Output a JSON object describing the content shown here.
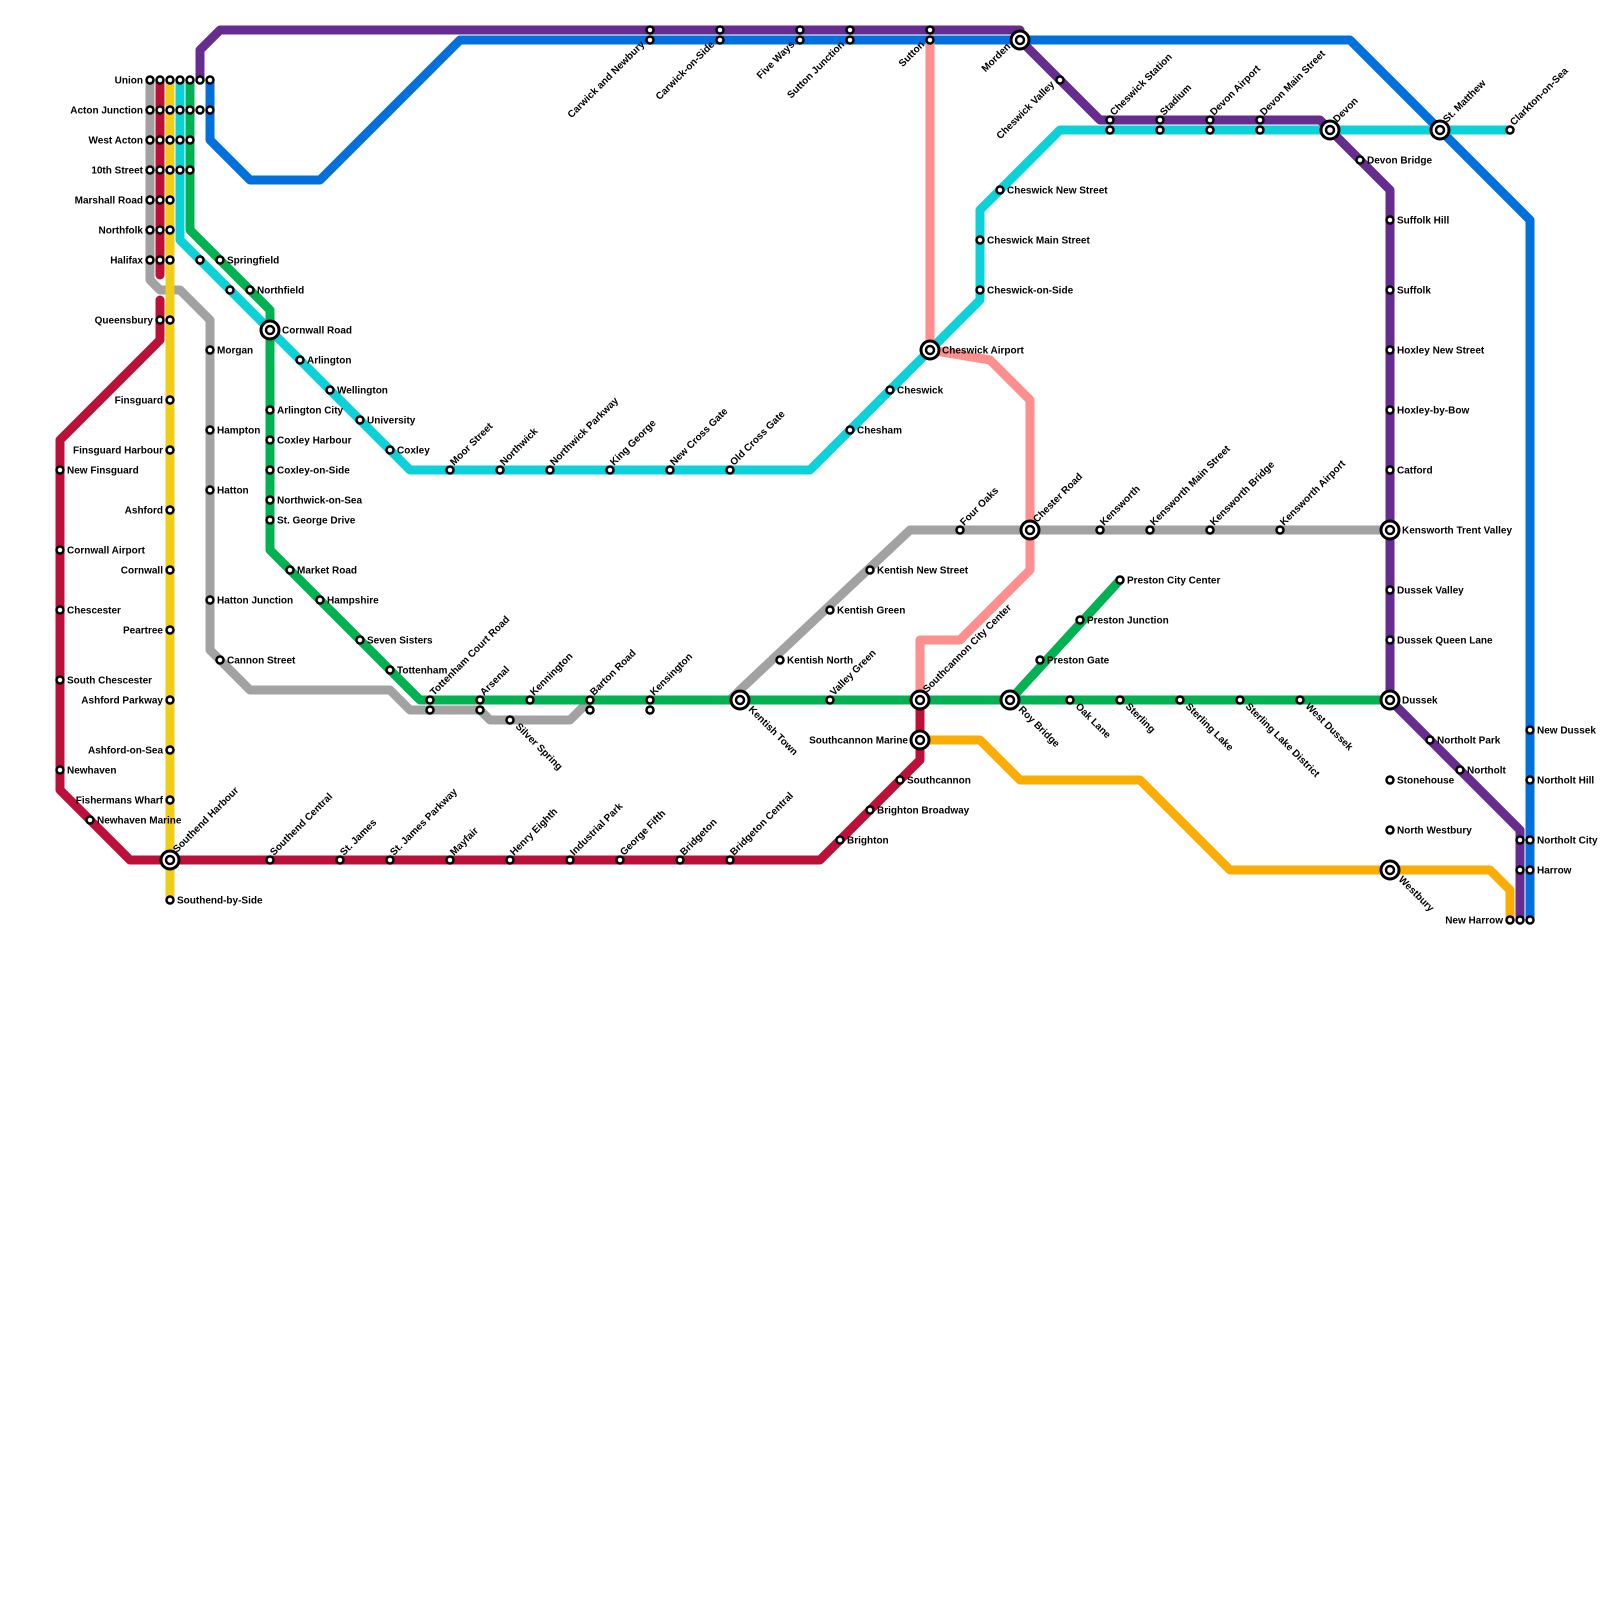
{
  "colors": {
    "red": "#bd1038",
    "gray": "#a2a2a2",
    "yellow": "#f0ce15",
    "cyan": "#0bd1d8",
    "green": "#00b251",
    "purple": "#662c90",
    "blue": "#0071dc",
    "pink": "#ff8e8e",
    "orange": "#fcad04"
  },
  "stations": [
    {
      "name": "Union"
    },
    {
      "name": "Acton Junction"
    },
    {
      "name": "West Acton"
    },
    {
      "name": "10th Street"
    },
    {
      "name": "Marshall Road"
    },
    {
      "name": "Northfolk"
    },
    {
      "name": "Halifax"
    },
    {
      "name": "Queensbury"
    },
    {
      "name": "Finsguard"
    },
    {
      "name": "Finsguard Harbour"
    },
    {
      "name": "Ashford"
    },
    {
      "name": "Cornwall"
    },
    {
      "name": "Peartree"
    },
    {
      "name": "Ashford Parkway"
    },
    {
      "name": "Ashford-on-Sea"
    },
    {
      "name": "Fishermans Wharf"
    },
    {
      "name": "Southend Harbour"
    },
    {
      "name": "Southend-by-Side"
    },
    {
      "name": "New Finsguard"
    },
    {
      "name": "Cornwall Airport"
    },
    {
      "name": "Chescester"
    },
    {
      "name": "South Chescester"
    },
    {
      "name": "Newhaven"
    },
    {
      "name": "Newhaven Marine"
    },
    {
      "name": "Springfield"
    },
    {
      "name": "Northfield"
    },
    {
      "name": "Cornwall Road"
    },
    {
      "name": "Arlington"
    },
    {
      "name": "Wellington"
    },
    {
      "name": "University"
    },
    {
      "name": "Coxley"
    },
    {
      "name": "Morgan"
    },
    {
      "name": "Hampton"
    },
    {
      "name": "Hatton"
    },
    {
      "name": "Hatton Junction"
    },
    {
      "name": "Cannon Street"
    },
    {
      "name": "Arlington City"
    },
    {
      "name": "Coxley Harbour"
    },
    {
      "name": "Coxley-on-Side"
    },
    {
      "name": "Northwick-on-Sea"
    },
    {
      "name": "St. George Drive"
    },
    {
      "name": "Market Road"
    },
    {
      "name": "Hampshire"
    },
    {
      "name": "Seven Sisters"
    },
    {
      "name": "Tottenham"
    },
    {
      "name": "Tottenham Court Road"
    },
    {
      "name": "Arsenal"
    },
    {
      "name": "Silver Spring"
    },
    {
      "name": "Kennington"
    },
    {
      "name": "Barton Road"
    },
    {
      "name": "Kensington"
    },
    {
      "name": "Kentish Town"
    },
    {
      "name": "Valley Green"
    },
    {
      "name": "Southcannon City Center"
    },
    {
      "name": "Southcannon Marine"
    },
    {
      "name": "Southcannon"
    },
    {
      "name": "Brighton Broadway"
    },
    {
      "name": "Brighton"
    },
    {
      "name": "Southend Central"
    },
    {
      "name": "St. James"
    },
    {
      "name": "St. James Parkway"
    },
    {
      "name": "Mayfair"
    },
    {
      "name": "Henry Eighth"
    },
    {
      "name": "Industrial Park"
    },
    {
      "name": "George Fifth"
    },
    {
      "name": "Bridgeton"
    },
    {
      "name": "Bridgeton Central"
    },
    {
      "name": "Moor Street"
    },
    {
      "name": "Northwick"
    },
    {
      "name": "Northwick Parkway"
    },
    {
      "name": "King George"
    },
    {
      "name": "New Cross Gate"
    },
    {
      "name": "Old Cross Gate"
    },
    {
      "name": "Chesham"
    },
    {
      "name": "Cheswick"
    },
    {
      "name": "Cheswick Airport"
    },
    {
      "name": "Cheswick-on-Side"
    },
    {
      "name": "Cheswick Main Street"
    },
    {
      "name": "Cheswick New Street"
    },
    {
      "name": "Kentish North"
    },
    {
      "name": "Kentish Green"
    },
    {
      "name": "Kentish New Street"
    },
    {
      "name": "Four Oaks"
    },
    {
      "name": "Chester Road"
    },
    {
      "name": "Kensworth"
    },
    {
      "name": "Kensworth Main Street"
    },
    {
      "name": "Kensworth Bridge"
    },
    {
      "name": "Kensworth Airport"
    },
    {
      "name": "Kensworth Trent Valley"
    },
    {
      "name": "Carwick and Newbury"
    },
    {
      "name": "Carwick-on-Side"
    },
    {
      "name": "Five Ways"
    },
    {
      "name": "Sutton Junction"
    },
    {
      "name": "Sutton"
    },
    {
      "name": "Morden"
    },
    {
      "name": "Cheswick Valley"
    },
    {
      "name": "Cheswick Station"
    },
    {
      "name": "Stadium"
    },
    {
      "name": "Devon Airport"
    },
    {
      "name": "Devon Main Street"
    },
    {
      "name": "Devon"
    },
    {
      "name": "St. Matthew"
    },
    {
      "name": "Clarkton-on-Sea"
    },
    {
      "name": "Devon Bridge"
    },
    {
      "name": "Suffolk Hill"
    },
    {
      "name": "Suffolk"
    },
    {
      "name": "Hoxley New Street"
    },
    {
      "name": "Hoxley-by-Bow"
    },
    {
      "name": "Catford"
    },
    {
      "name": "Dussek Valley"
    },
    {
      "name": "Dussek Queen Lane"
    },
    {
      "name": "Dussek"
    },
    {
      "name": "Stonehouse"
    },
    {
      "name": "North Westbury"
    },
    {
      "name": "Westbury"
    },
    {
      "name": "Preston City Center"
    },
    {
      "name": "Preston Junction"
    },
    {
      "name": "Preston Gate"
    },
    {
      "name": "Roy Bridge"
    },
    {
      "name": "Oak Lane"
    },
    {
      "name": "Sterling"
    },
    {
      "name": "Sterling Lake"
    },
    {
      "name": "Sterling Lake District"
    },
    {
      "name": "West Dussek"
    },
    {
      "name": "Northolt Park"
    },
    {
      "name": "Northolt"
    },
    {
      "name": "New Dussek"
    },
    {
      "name": "Northolt Hill"
    },
    {
      "name": "Northolt City"
    },
    {
      "name": "Harrow"
    },
    {
      "name": "New Harrow"
    }
  ]
}
